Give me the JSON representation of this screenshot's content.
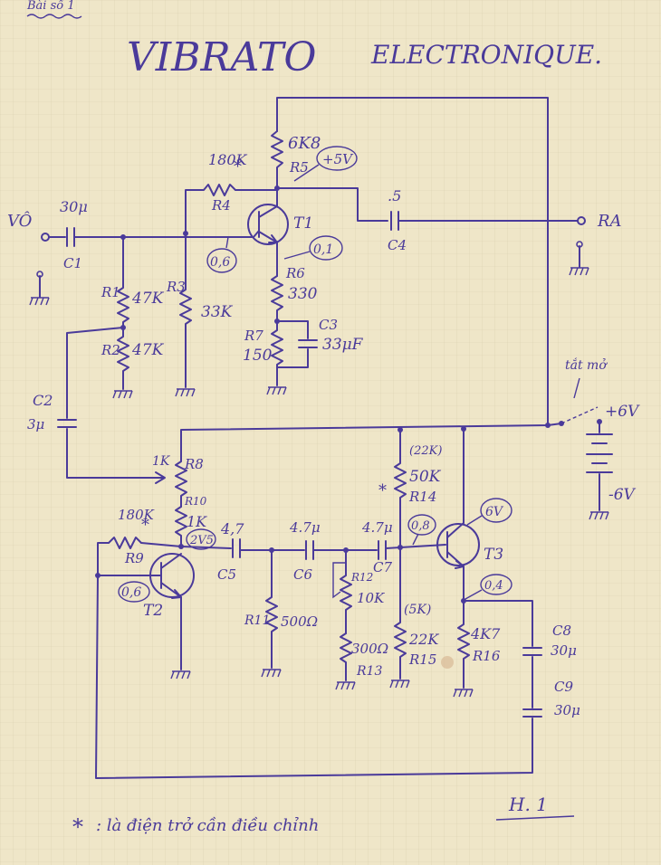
{
  "header": {
    "corner": "Bài số 1"
  },
  "title": {
    "main": "VIBRATO",
    "sub": "ELECTRONIQUE."
  },
  "supply": {
    "plus": "+6V",
    "minus": "-6V",
    "switch": "tắt mở",
    "vplus_label": "+5V",
    "v_0_6_a": "0,6",
    "v_0_1": "0,1",
    "v_2_5": "2V5",
    "v_0_6_b": "0,6",
    "v_6": "6V",
    "v_0_8": "0,8",
    "v_0_4": "0,4"
  },
  "terminals": {
    "input": "VÔ",
    "output": "RA"
  },
  "components": {
    "C1": {
      "name": "C1",
      "value": "30μ"
    },
    "R1": {
      "name": "R1",
      "value": "47K"
    },
    "R2": {
      "name": "R2",
      "value": "47K"
    },
    "R3": {
      "name": "R3",
      "value": "33K"
    },
    "R4": {
      "name": "R4",
      "value": "180K"
    },
    "R5": {
      "name": "R5",
      "value": "6K8"
    },
    "R6": {
      "name": "R6",
      "value": "330"
    },
    "R7": {
      "name": "R7",
      "value": "150"
    },
    "C3": {
      "name": "C3",
      "value": "33μF"
    },
    "C4": {
      "name": "C4",
      "value": ".5"
    },
    "T1": {
      "name": "T1"
    },
    "C2": {
      "name": "C2",
      "value": "3μ"
    },
    "R8": {
      "name": "R8",
      "value": "1K"
    },
    "R9": {
      "name": "R9",
      "value": "180K"
    },
    "R10": {
      "name": "R10",
      "value": "1K"
    },
    "T2": {
      "name": "T2"
    },
    "C5": {
      "name": "C5",
      "value": "4,7"
    },
    "C6": {
      "name": "C6",
      "value": "4.7μ"
    },
    "C7": {
      "name": "C7",
      "value": "4.7μ"
    },
    "R11": {
      "name": "R11",
      "value": "500Ω"
    },
    "R12": {
      "name": "R12",
      "value": "10K"
    },
    "R13": {
      "name": "R13",
      "value": "300Ω"
    },
    "R14": {
      "name": "R14",
      "value": "50K",
      "note": "(22K)"
    },
    "R15": {
      "name": "R15",
      "value": "22K",
      "note": "(5K)"
    },
    "R16": {
      "name": "R16",
      "value": "4K7"
    },
    "T3": {
      "name": "T3"
    },
    "C8": {
      "name": "C8",
      "value": "30μ"
    },
    "C9": {
      "name": "C9",
      "value": "30μ"
    }
  },
  "footnote": {
    "star": "*",
    "text": ": là điện trở cần điều chỉnh"
  },
  "figure": {
    "label": "H. 1"
  }
}
